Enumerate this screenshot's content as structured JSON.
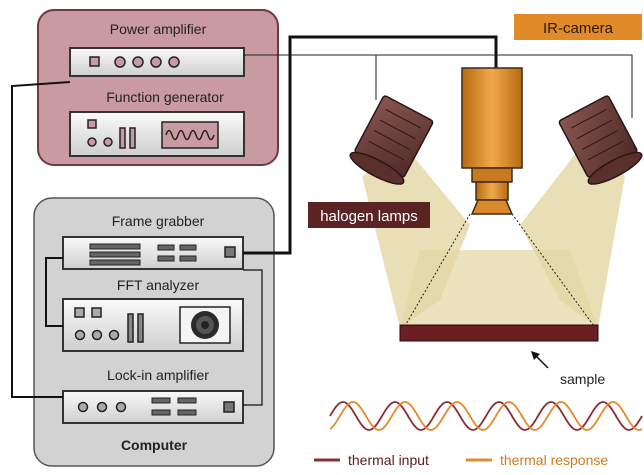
{
  "labels": {
    "power_amplifier": "Power amplifier",
    "function_generator": "Function generator",
    "frame_grabber": "Frame grabber",
    "fft_analyzer": "FFT analyzer",
    "lockin_amplifier": "Lock-in amplifier",
    "computer": "Computer",
    "ir_camera": "IR-camera",
    "halogen_lamps": "halogen lamps",
    "sample": "sample"
  },
  "legend": {
    "thermal_input": "thermal input",
    "thermal_response": "thermal response"
  },
  "colors": {
    "signal_panel_fill": "#c99aa1",
    "signal_panel_stroke": "#6e3a42",
    "computer_panel_fill": "#d2d2d2",
    "camera": "#dd8a22",
    "camera_tag": "#e08a2a",
    "lamp_tag": "#5a2424",
    "lamp_body": "#6b3e3a",
    "light_beam": "#e6dcae",
    "sample": "#6b1f22",
    "thermal_input": "#8b2f34",
    "thermal_response": "#e58a2e"
  },
  "icons": {
    "lamp": "halogen-lamp-icon",
    "camera": "ir-camera-icon",
    "oscilloscope": "sine-wave-display-icon",
    "arrow": "pointer-arrow-icon"
  }
}
